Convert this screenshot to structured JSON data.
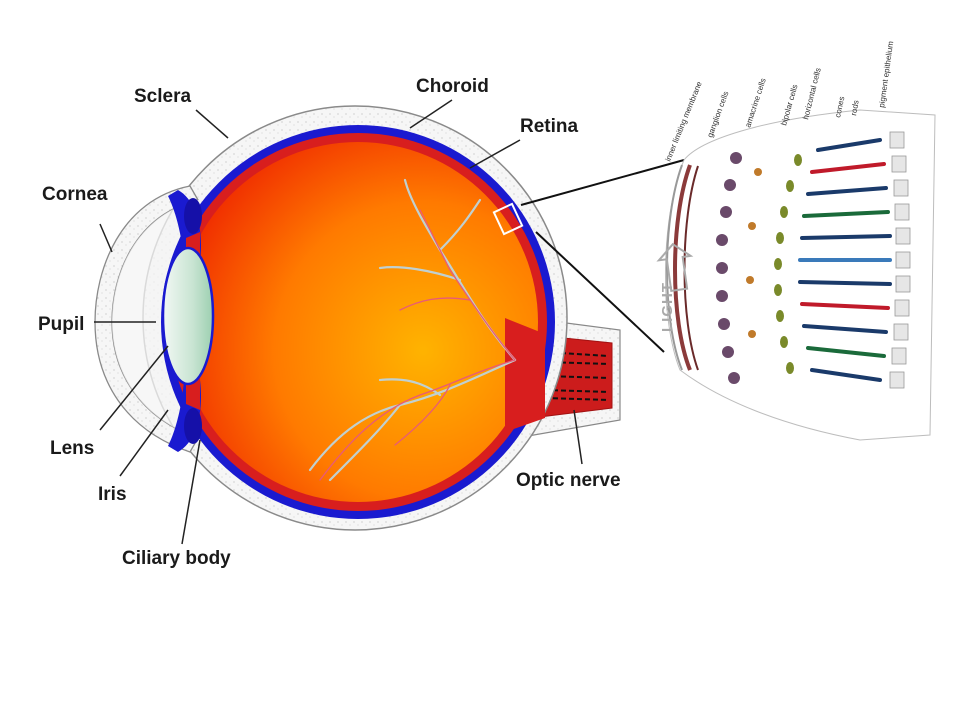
{
  "diagram": {
    "labels": {
      "sclera": "Sclera",
      "choroid": "Choroid",
      "retina": "Retina",
      "cornea": "Cornea",
      "pupil": "Pupil",
      "lens": "Lens",
      "iris": "Iris",
      "ciliary_body": "Ciliary body",
      "optic_nerve": "Optic nerve"
    },
    "retina_detail": {
      "light_label": "LIGHT",
      "layer_labels": [
        "inner limiting membrane",
        "ganglion cells",
        "amacrine cells",
        "bipolar cells",
        "horizontal cells",
        "cones",
        "rods",
        "pigment epithelium"
      ]
    },
    "colors": {
      "vitreous_inner": "#ffaa00",
      "vitreous_outer": "#ee2200",
      "choroid": "#1a1ad0",
      "retina": "#d81e1e",
      "lens": "#cfe8d8",
      "vessels": "#c0d0d0"
    }
  }
}
